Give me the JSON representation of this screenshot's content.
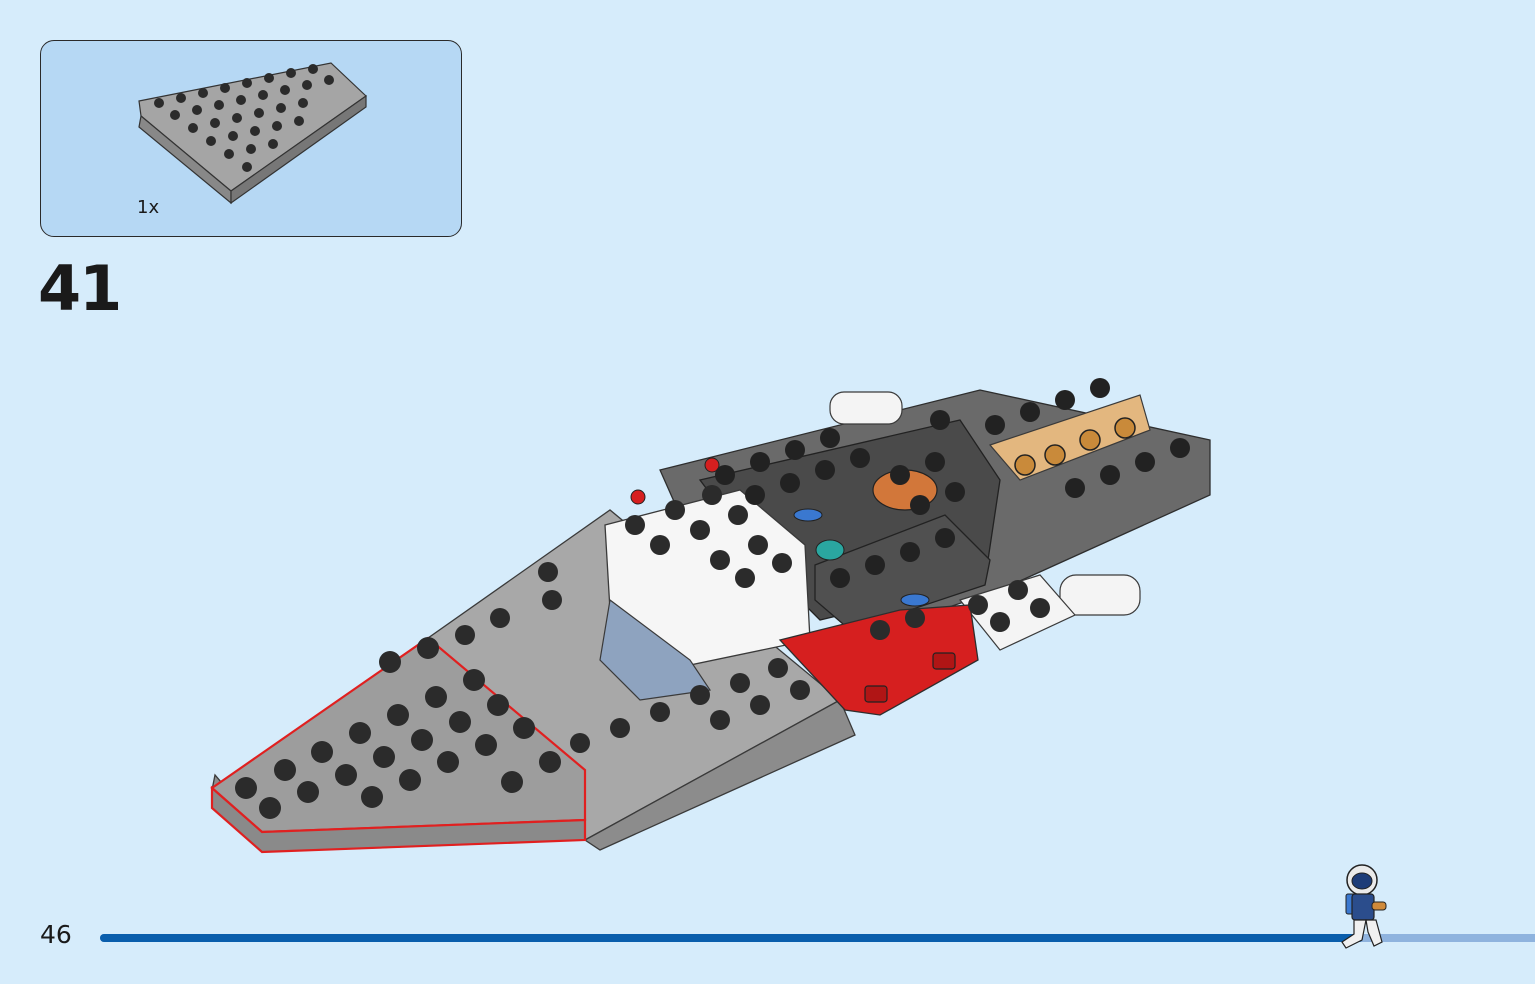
{
  "parts_callout": {
    "quantity": "1x",
    "part_icon": "grey-wedge-plate-icon"
  },
  "step": {
    "number": "41"
  },
  "page": {
    "number": "46",
    "progress_fraction": 0.88
  },
  "colors": {
    "background": "#d6ecfb",
    "callout_bg": "#b6d8f4",
    "highlight": "#e02020",
    "progress": "#0a5eac",
    "progress_track": "#8fb3de"
  }
}
